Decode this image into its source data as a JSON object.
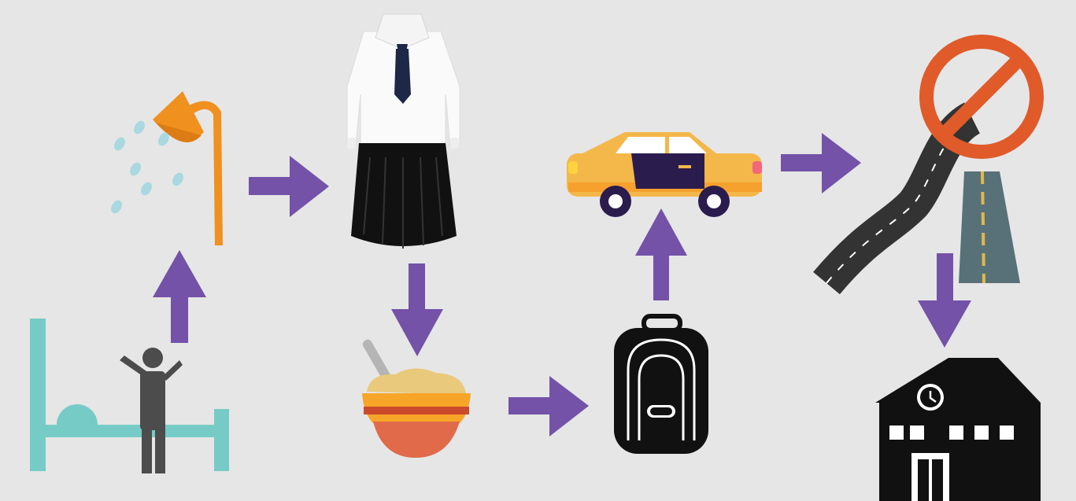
{
  "diagram": {
    "type": "morning-routine-flow",
    "steps": [
      {
        "id": "wake-up",
        "icon": "person-waking-up-by-bed-icon"
      },
      {
        "id": "shower",
        "icon": "shower-icon"
      },
      {
        "id": "get-dressed",
        "icon": "school-uniform-icon"
      },
      {
        "id": "breakfast",
        "icon": "cereal-bowl-icon"
      },
      {
        "id": "pack-bag",
        "icon": "backpack-icon"
      },
      {
        "id": "ride",
        "icon": "taxi-car-icon"
      },
      {
        "id": "avoid-road",
        "icon": "no-winding-road-icon"
      },
      {
        "id": "arrive-school",
        "icon": "school-building-icon"
      }
    ],
    "connections": [
      {
        "from": "wake-up",
        "to": "shower",
        "direction": "up"
      },
      {
        "from": "shower",
        "to": "get-dressed",
        "direction": "right"
      },
      {
        "from": "get-dressed",
        "to": "breakfast",
        "direction": "down"
      },
      {
        "from": "breakfast",
        "to": "pack-bag",
        "direction": "right"
      },
      {
        "from": "pack-bag",
        "to": "ride",
        "direction": "up"
      },
      {
        "from": "ride",
        "to": "avoid-road",
        "direction": "right"
      },
      {
        "from": "avoid-road",
        "to": "arrive-school",
        "direction": "down"
      }
    ]
  },
  "colors": {
    "background": "#e6e6e6",
    "arrow": "#7452a8",
    "bed": "#76cbc7",
    "person": "#4c4c4c",
    "shower": "#f0901e",
    "water": "#a9d8e0",
    "bowl_top": "#f7a528",
    "bowl_bottom": "#e06a4a",
    "cereal": "#e9c97c",
    "car": "#f4b74a",
    "car_door": "#2b1c4e",
    "no_sign": "#e05a2a",
    "road": "#333333",
    "road2": "#587179",
    "icon_black": "#111111"
  }
}
